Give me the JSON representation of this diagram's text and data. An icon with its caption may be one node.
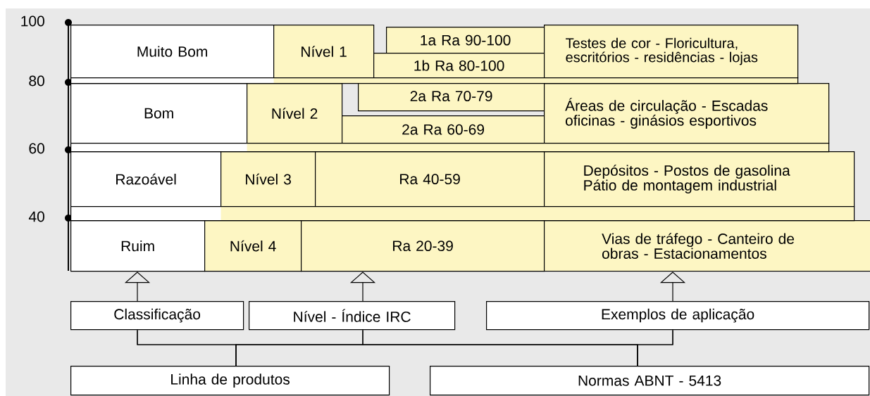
{
  "diagram": {
    "nodes": [
      {
        "text": [
          "Muito Bom"
        ]
      },
      {
        "text": [
          "Bom"
        ]
      },
      {
        "text": [
          "Razoável"
        ]
      },
      {
        "text": [
          "Ruim"
        ]
      },
      {
        "text": [
          "Nível 1"
        ]
      },
      {
        "text": [
          "Nível 2"
        ]
      },
      {
        "text": [
          "Nível 3"
        ]
      },
      {
        "text": [
          "Nível 4"
        ]
      },
      {
        "text": [
          "1a  Ra 90-100"
        ]
      },
      {
        "text": [
          "1b Ra 80-100"
        ]
      },
      {
        "text": [
          "2a Ra 70-79"
        ]
      },
      {
        "text": [
          "2a Ra 60-69"
        ]
      },
      {
        "text": [
          "Ra 40-59"
        ]
      },
      {
        "text": [
          "Ra 20-39"
        ]
      },
      {
        "text": [
          "Testes de cor - Floricultura, escritórios - residências - lojas"
        ]
      },
      {
        "text": [
          "Áreas de circulação - Escadas oficinas - ginásios esportivos"
        ]
      },
      {
        "text": [
          "Depósitos - Postos de gasolina Pátio de montagem industrial"
        ]
      },
      {
        "text": [
          "Vias de tráfego - Canteiro de obras - Estacionamentos"
        ]
      },
      {
        "text": [
          "Classificação"
        ]
      },
      {
        "text": [
          "Nível - Índice IRC"
        ]
      },
      {
        "text": [
          "Exemplos de aplicação"
        ]
      },
      {
        "text": [
          "Linha de produtos"
        ]
      },
      {
        "text": [
          "Normas ABNT - 5413"
        ]
      },
      {
        "text": [],
        "shape": "bar"
      },
      {
        "text": [],
        "shape": "bar"
      },
      {
        "text": [],
        "shape": "bar"
      }
    ],
    "edges": [
      {
        "from": 18,
        "to": 3,
        "arrow": "to"
      },
      {
        "from": 19,
        "to": 13,
        "arrow": "to"
      },
      {
        "from": 20,
        "to": 17,
        "arrow": "to"
      },
      {
        "from": 18,
        "to": 21,
        "arrow": "none"
      },
      {
        "from": 19,
        "to": 21,
        "arrow": "none"
      },
      {
        "from": 20,
        "to": 21,
        "arrow": "none"
      },
      {
        "from": 18,
        "to": 22,
        "arrow": "none"
      },
      {
        "from": 19,
        "to": 22,
        "arrow": "none"
      },
      {
        "from": 20,
        "to": 22,
        "arrow": "none"
      }
    ],
    "labels": [
      "100",
      "80",
      "60",
      "40"
    ]
  }
}
